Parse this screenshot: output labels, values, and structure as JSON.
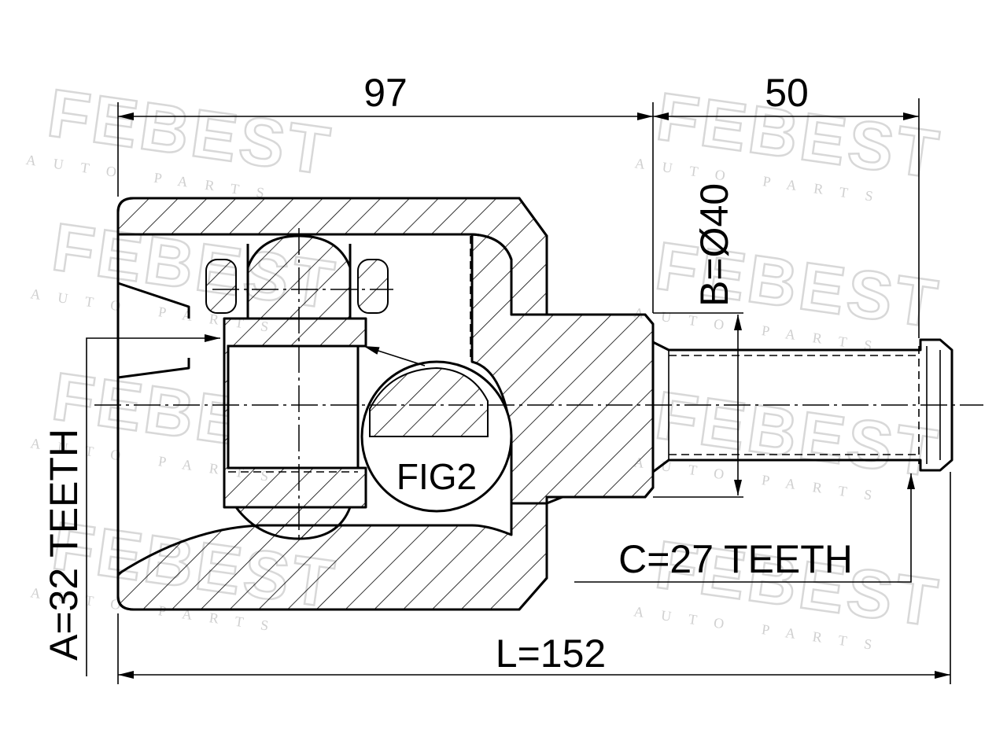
{
  "watermark": {
    "brand": "FEBEST",
    "sub": "AUTO PARTS"
  },
  "dimensions": {
    "outer_length": "97",
    "shaft_length": "50",
    "total_length": "L=152",
    "shaft_diameter": "B=Ø40",
    "inner_spline": "A=32 TEETH",
    "outer_spline": "C=27 TEETH"
  },
  "labels": {
    "figure": "FIG2"
  }
}
